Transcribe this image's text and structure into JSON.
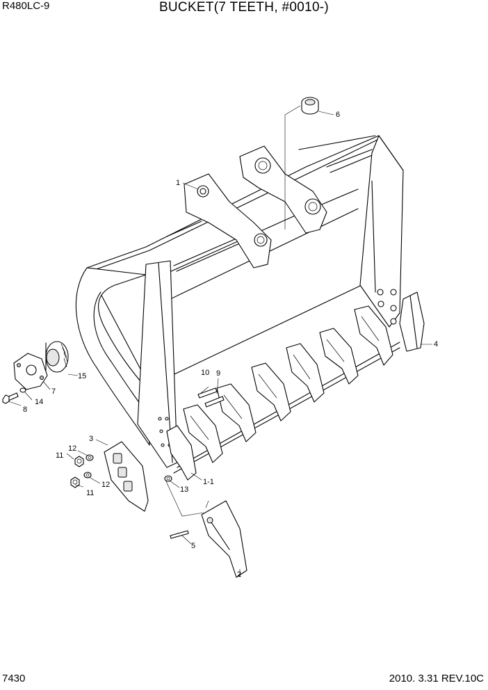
{
  "header": {
    "model": "R480LC-9",
    "title": "BUCKET(7 TEETH, #0010-)"
  },
  "footer": {
    "page": "7430",
    "date_rev": "2010. 3.31  REV.10C"
  },
  "callouts": {
    "c1": "1",
    "c1_1": "1-1",
    "c2": "2",
    "c3": "3",
    "c4": "4",
    "c5": "5",
    "c6": "6",
    "c7": "7",
    "c8": "8",
    "c9": "9",
    "c10": "10",
    "c11a": "11",
    "c11b": "11",
    "c12a": "12",
    "c12b": "12",
    "c13": "13",
    "c14": "14",
    "c15": "15"
  }
}
